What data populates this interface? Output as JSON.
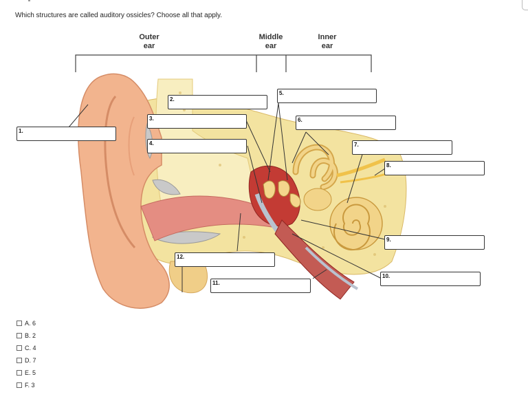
{
  "question": {
    "text": "Which structures are called auditory ossicles? Choose all that apply."
  },
  "diagram": {
    "regions": {
      "outer": [
        "Outer",
        "ear"
      ],
      "middle": [
        "Middle",
        "ear"
      ],
      "inner": [
        "Inner",
        "ear"
      ]
    },
    "labels": [
      "1.",
      "2.",
      "3.",
      "4.",
      "5.",
      "6.",
      "7.",
      "8.",
      "9.",
      "10.",
      "11.",
      "12."
    ]
  },
  "options": [
    {
      "label": "A. 6",
      "checked": false
    },
    {
      "label": "B. 2",
      "checked": false
    },
    {
      "label": "C. 4",
      "checked": false
    },
    {
      "label": "D. 7",
      "checked": false
    },
    {
      "label": "E. 5",
      "checked": false
    },
    {
      "label": "F. 3",
      "checked": false
    }
  ]
}
